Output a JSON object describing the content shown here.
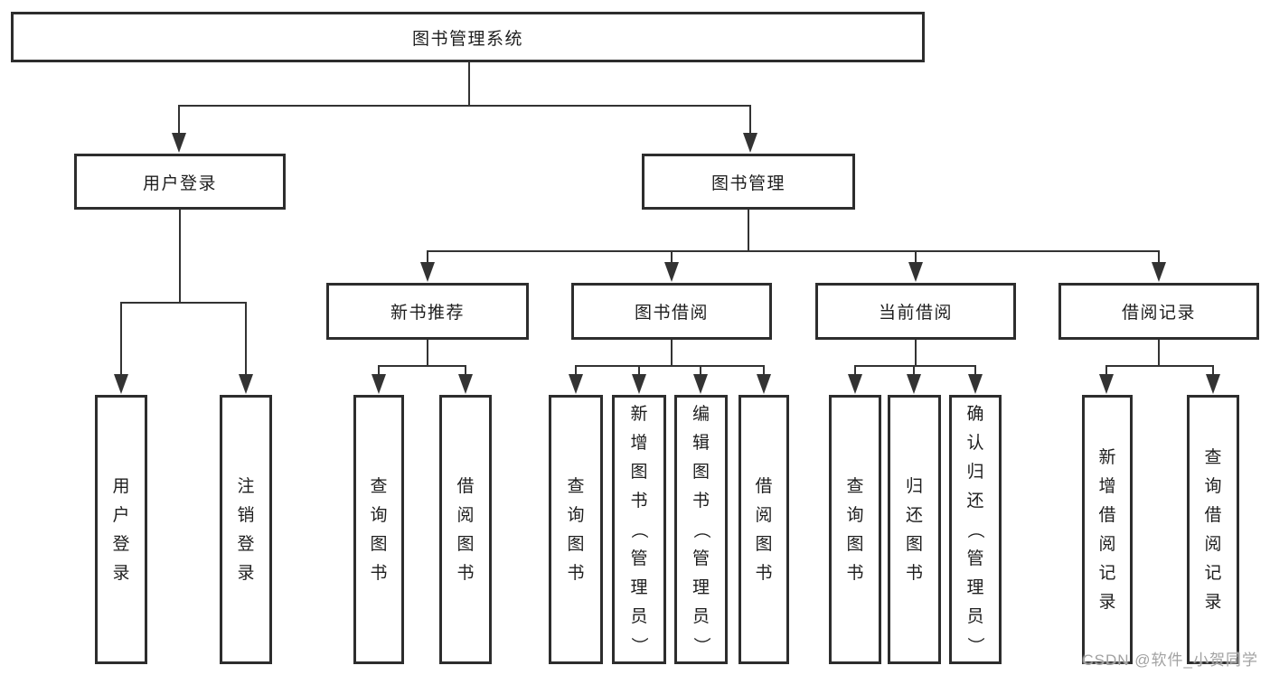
{
  "diagram": {
    "type": "tree",
    "title": "图书管理系统",
    "colors": {
      "line": "#333333",
      "box_border": "#2d2d2d",
      "box_fill": "#ffffff",
      "text": "#1e1e1e",
      "background": "#ffffff",
      "watermark": "#a2a2a2"
    },
    "root": {
      "label": "图书管理系统",
      "children": [
        {
          "label": "用户登录",
          "children": [
            {
              "label": "用户登录"
            },
            {
              "label": "注销登录"
            }
          ]
        },
        {
          "label": "图书管理",
          "children": [
            {
              "label": "新书推荐",
              "children": [
                {
                  "label": "查询图书"
                },
                {
                  "label": "借阅图书"
                }
              ]
            },
            {
              "label": "图书借阅",
              "children": [
                {
                  "label": "查询图书"
                },
                {
                  "label": "新增图书（管理员）"
                },
                {
                  "label": "编辑图书（管理员）"
                },
                {
                  "label": "借阅图书"
                }
              ]
            },
            {
              "label": "当前借阅",
              "children": [
                {
                  "label": "查询图书"
                },
                {
                  "label": "归还图书"
                },
                {
                  "label": "确认归还（管理员）"
                }
              ]
            },
            {
              "label": "借阅记录",
              "children": [
                {
                  "label": "新增借阅记录"
                },
                {
                  "label": "查询借阅记录"
                }
              ]
            }
          ]
        }
      ]
    },
    "watermark": "CSDN @软件_小贺同学"
  }
}
